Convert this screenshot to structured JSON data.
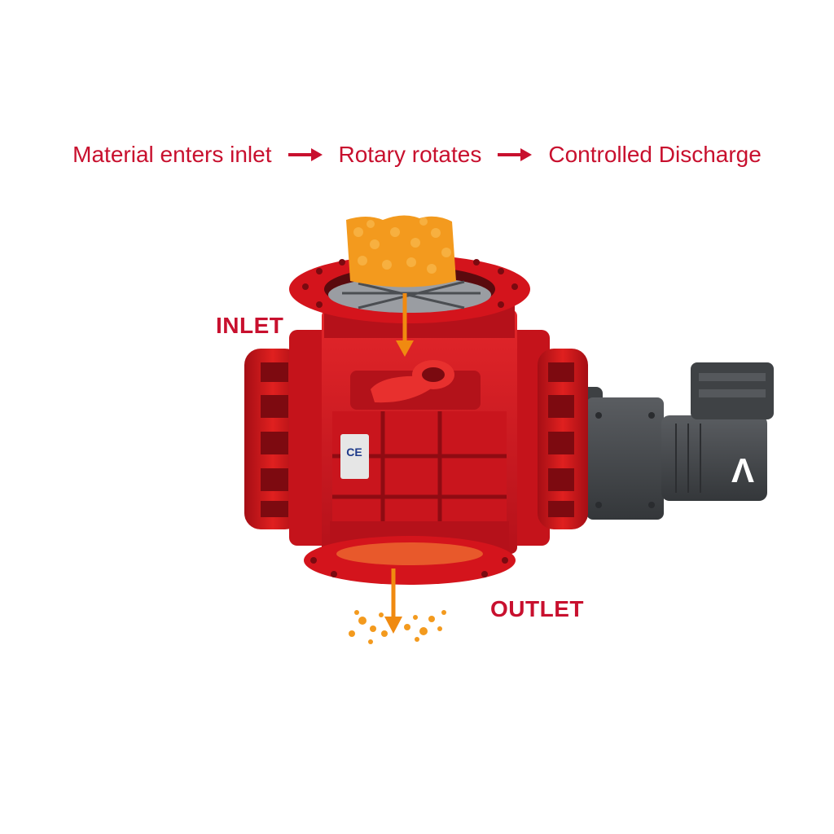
{
  "flow": {
    "step1": "Material enters inlet",
    "step2": "Rotary rotates",
    "step3": "Controlled Discharge"
  },
  "labels": {
    "inlet": "INLET",
    "outlet": "OUTLET"
  },
  "plate": {
    "mark": "CE"
  },
  "motor": {
    "logo": "Λ"
  },
  "colors": {
    "accent": "#c8102e",
    "valve_red": "#d4141c",
    "valve_dark": "#a50e15",
    "material": "#f39a1e",
    "motor": "#4a4d50"
  }
}
